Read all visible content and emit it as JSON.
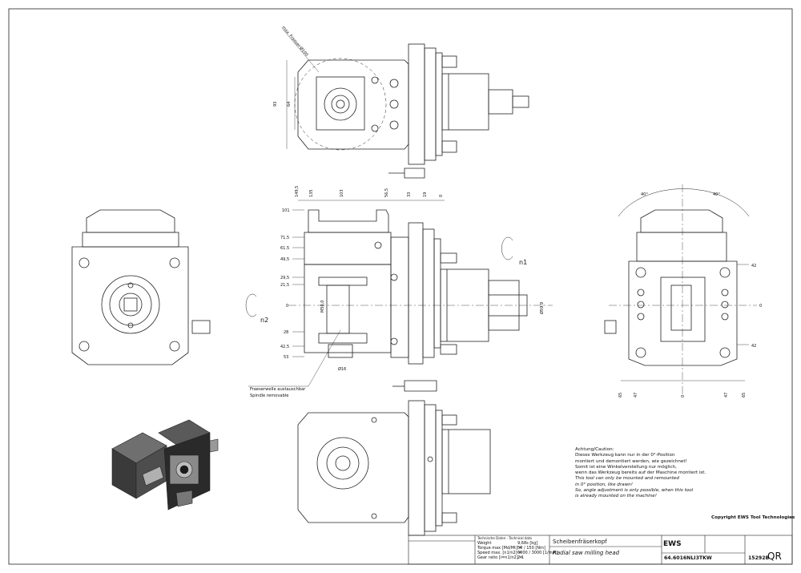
{
  "dimensions_top": [
    "149,5",
    "135",
    "103",
    "56,5",
    "33",
    "19",
    "0"
  ],
  "dimensions_left": [
    "101",
    "71,5",
    "61,5",
    "49,5",
    "29,5",
    "21,5",
    "0",
    "28",
    "42,5",
    "53"
  ],
  "dimension_labels": {
    "fraeser_max": "max. Fraeser-Ø100",
    "top_height": "93",
    "top_inner": "64",
    "shaft": "M50,0",
    "spindle_dia": "Ø16",
    "collar_dia": "Ø59,9",
    "right_42_top": "42",
    "right_0": "0",
    "right_42_bottom": "42",
    "angle_left": "40°",
    "angle_right": "40°",
    "bottom_65a": "65",
    "bottom_47a": "47",
    "bottom_0": "0",
    "bottom_47b": "47",
    "bottom_65b": "65"
  },
  "axis_labels": {
    "n1": "n1",
    "n2": "n2"
  },
  "callout": {
    "line1": "Fraeserwelle austauschbar",
    "line2": "Spindle removable"
  },
  "caution": {
    "title": "Achtung/Caution:",
    "de1": "Dieses Werkzeug kann nur in der 0°-Position",
    "de2": "montiert und demontiert werden, wie gezeichnet!",
    "de3": "Somit ist eine Winkelverstellung nur möglich,",
    "de4": "wenn das Werkzeug bereits auf der Maschine montiert ist.",
    "en1": "This tool can only be mounted and remounted",
    "en2": "in 0° position, like drawn!",
    "en3": "So, angle adjustment is only possible, when this tool",
    "en4": "is already mounted on the machine!"
  },
  "copyright": {
    "title": "Copyright EWS Tool Technologies"
  },
  "title_block": {
    "specs_header": "Technische Daten - Technical data",
    "weight_label": "Weight",
    "weight_value": "9,68s [kg]",
    "torque_label": "Torque max [Md/Mt] =",
    "torque_value": "50 / 150 [Nm]",
    "speed_label": "Speed max. [n1/n2] =",
    "speed_value": "6000 / 3000 [1/min]",
    "ratio_label": "Gear ratio [i=n1/n2] =",
    "ratio_value": "2:1",
    "name_de": "Scheibenfräserkopf",
    "name_en": "Radial saw milling head",
    "part_number": "64.6016NLI3TKW",
    "drawing_number": "15292B",
    "logo": "EWS",
    "qr": "QR"
  }
}
